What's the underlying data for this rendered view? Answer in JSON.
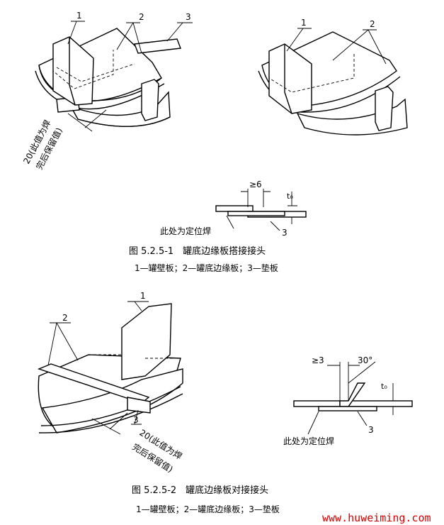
{
  "fig1": {
    "left_labels": [
      "1",
      "2",
      "3"
    ],
    "right_labels": [
      "1",
      "2"
    ],
    "note_line1": "20(此值为焊",
    "note_line2": "完后保留值)",
    "detail_gap": "≥6",
    "detail_thickness": "t₀",
    "detail_part": "3",
    "detail_weld_note": "此处为定位焊",
    "caption": "图 5.2.5-1　罐底边缘板搭接接头",
    "legend": "1—罐壁板；2—罐底边缘板；3—垫板"
  },
  "fig2": {
    "labels": [
      "1",
      "2",
      "3"
    ],
    "note_line1": "20(此值为焊",
    "note_line2": "完后保留值)",
    "detail_gap": "≥3",
    "detail_angle": "30°",
    "detail_thickness": "t₀",
    "detail_part": "3",
    "detail_weld_note": "此处为定位焊",
    "caption": "图 5.2.5-2　罐底边缘板对接接头",
    "legend": "1—罐壁板；2—罐底边缘板；3—垫板"
  },
  "watermark": "www.huweiming.com"
}
